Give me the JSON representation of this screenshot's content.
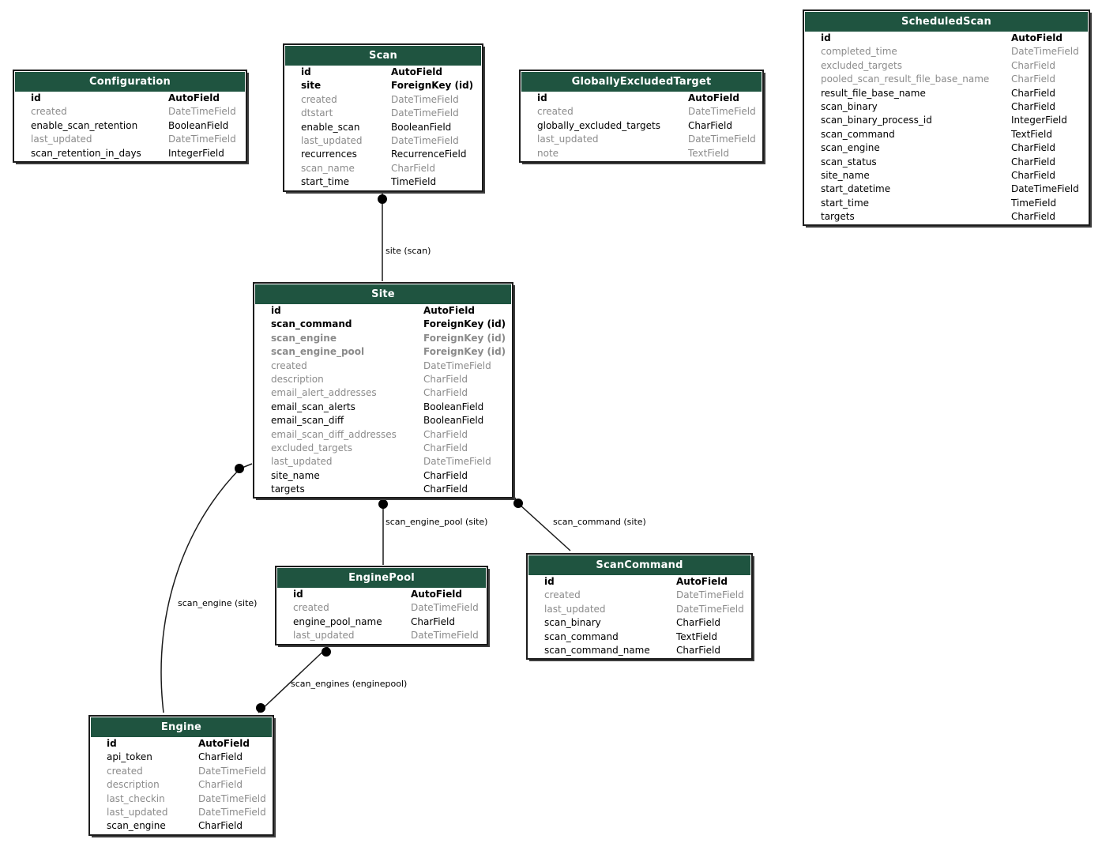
{
  "colors": {
    "header_bg": "#1f5440",
    "header_text": "#ffffff",
    "field_text": "#000000",
    "muted_field_text": "#8b8b8b",
    "edge_line": "#1b1b1b",
    "table_border": "#1c1c1c"
  },
  "tables": {
    "configuration": {
      "title": "Configuration",
      "fields": [
        {
          "name": "id",
          "type": "AutoField",
          "style": "pk"
        },
        {
          "name": "created",
          "type": "DateTimeField",
          "style": "muted"
        },
        {
          "name": "enable_scan_retention",
          "type": "BooleanField",
          "style": "plain"
        },
        {
          "name": "last_updated",
          "type": "DateTimeField",
          "style": "muted"
        },
        {
          "name": "scan_retention_in_days",
          "type": "IntegerField",
          "style": "plain"
        }
      ]
    },
    "scan": {
      "title": "Scan",
      "fields": [
        {
          "name": "id",
          "type": "AutoField",
          "style": "pk"
        },
        {
          "name": "site",
          "type": "ForeignKey (id)",
          "style": "pk"
        },
        {
          "name": "created",
          "type": "DateTimeField",
          "style": "muted"
        },
        {
          "name": "dtstart",
          "type": "DateTimeField",
          "style": "muted"
        },
        {
          "name": "enable_scan",
          "type": "BooleanField",
          "style": "plain"
        },
        {
          "name": "last_updated",
          "type": "DateTimeField",
          "style": "muted"
        },
        {
          "name": "recurrences",
          "type": "RecurrenceField",
          "style": "plain"
        },
        {
          "name": "scan_name",
          "type": "CharField",
          "style": "muted"
        },
        {
          "name": "start_time",
          "type": "TimeField",
          "style": "plain"
        }
      ]
    },
    "globally_excluded_target": {
      "title": "GloballyExcludedTarget",
      "fields": [
        {
          "name": "id",
          "type": "AutoField",
          "style": "pk"
        },
        {
          "name": "created",
          "type": "DateTimeField",
          "style": "muted"
        },
        {
          "name": "globally_excluded_targets",
          "type": "CharField",
          "style": "plain"
        },
        {
          "name": "last_updated",
          "type": "DateTimeField",
          "style": "muted"
        },
        {
          "name": "note",
          "type": "TextField",
          "style": "muted"
        }
      ]
    },
    "scheduled_scan": {
      "title": "ScheduledScan",
      "fields": [
        {
          "name": "id",
          "type": "AutoField",
          "style": "pk"
        },
        {
          "name": "completed_time",
          "type": "DateTimeField",
          "style": "muted"
        },
        {
          "name": "excluded_targets",
          "type": "CharField",
          "style": "muted"
        },
        {
          "name": "pooled_scan_result_file_base_name",
          "type": "CharField",
          "style": "muted"
        },
        {
          "name": "result_file_base_name",
          "type": "CharField",
          "style": "plain"
        },
        {
          "name": "scan_binary",
          "type": "CharField",
          "style": "plain"
        },
        {
          "name": "scan_binary_process_id",
          "type": "IntegerField",
          "style": "plain"
        },
        {
          "name": "scan_command",
          "type": "TextField",
          "style": "plain"
        },
        {
          "name": "scan_engine",
          "type": "CharField",
          "style": "plain"
        },
        {
          "name": "scan_status",
          "type": "CharField",
          "style": "plain"
        },
        {
          "name": "site_name",
          "type": "CharField",
          "style": "plain"
        },
        {
          "name": "start_datetime",
          "type": "DateTimeField",
          "style": "plain"
        },
        {
          "name": "start_time",
          "type": "TimeField",
          "style": "plain"
        },
        {
          "name": "targets",
          "type": "CharField",
          "style": "plain"
        }
      ]
    },
    "site": {
      "title": "Site",
      "fields": [
        {
          "name": "id",
          "type": "AutoField",
          "style": "pk"
        },
        {
          "name": "scan_command",
          "type": "ForeignKey (id)",
          "style": "pk"
        },
        {
          "name": "scan_engine",
          "type": "ForeignKey (id)",
          "style": "mutedbold"
        },
        {
          "name": "scan_engine_pool",
          "type": "ForeignKey (id)",
          "style": "mutedbold"
        },
        {
          "name": "created",
          "type": "DateTimeField",
          "style": "muted"
        },
        {
          "name": "description",
          "type": "CharField",
          "style": "muted"
        },
        {
          "name": "email_alert_addresses",
          "type": "CharField",
          "style": "muted"
        },
        {
          "name": "email_scan_alerts",
          "type": "BooleanField",
          "style": "plain"
        },
        {
          "name": "email_scan_diff",
          "type": "BooleanField",
          "style": "plain"
        },
        {
          "name": "email_scan_diff_addresses",
          "type": "CharField",
          "style": "muted"
        },
        {
          "name": "excluded_targets",
          "type": "CharField",
          "style": "muted"
        },
        {
          "name": "last_updated",
          "type": "DateTimeField",
          "style": "muted"
        },
        {
          "name": "site_name",
          "type": "CharField",
          "style": "plain"
        },
        {
          "name": "targets",
          "type": "CharField",
          "style": "plain"
        }
      ]
    },
    "engine_pool": {
      "title": "EnginePool",
      "fields": [
        {
          "name": "id",
          "type": "AutoField",
          "style": "pk"
        },
        {
          "name": "created",
          "type": "DateTimeField",
          "style": "muted"
        },
        {
          "name": "engine_pool_name",
          "type": "CharField",
          "style": "plain"
        },
        {
          "name": "last_updated",
          "type": "DateTimeField",
          "style": "muted"
        }
      ]
    },
    "scan_command": {
      "title": "ScanCommand",
      "fields": [
        {
          "name": "id",
          "type": "AutoField",
          "style": "pk"
        },
        {
          "name": "created",
          "type": "DateTimeField",
          "style": "muted"
        },
        {
          "name": "last_updated",
          "type": "DateTimeField",
          "style": "muted"
        },
        {
          "name": "scan_binary",
          "type": "CharField",
          "style": "plain"
        },
        {
          "name": "scan_command",
          "type": "TextField",
          "style": "plain"
        },
        {
          "name": "scan_command_name",
          "type": "CharField",
          "style": "plain"
        }
      ]
    },
    "engine": {
      "title": "Engine",
      "fields": [
        {
          "name": "id",
          "type": "AutoField",
          "style": "pk"
        },
        {
          "name": "api_token",
          "type": "CharField",
          "style": "plain"
        },
        {
          "name": "created",
          "type": "DateTimeField",
          "style": "muted"
        },
        {
          "name": "description",
          "type": "CharField",
          "style": "muted"
        },
        {
          "name": "last_checkin",
          "type": "DateTimeField",
          "style": "muted"
        },
        {
          "name": "last_updated",
          "type": "DateTimeField",
          "style": "muted"
        },
        {
          "name": "scan_engine",
          "type": "CharField",
          "style": "plain"
        }
      ]
    }
  },
  "relations": [
    {
      "label": "site (scan)",
      "from": "Scan",
      "to": "Site"
    },
    {
      "label": "scan_engine_pool (site)",
      "from": "Site",
      "to": "EnginePool"
    },
    {
      "label": "scan_command (site)",
      "from": "Site",
      "to": "ScanCommand"
    },
    {
      "label": "scan_engine (site)",
      "from": "Site",
      "to": "Engine"
    },
    {
      "label": "scan_engines (enginepool)",
      "from": "EnginePool",
      "to": "Engine"
    }
  ]
}
